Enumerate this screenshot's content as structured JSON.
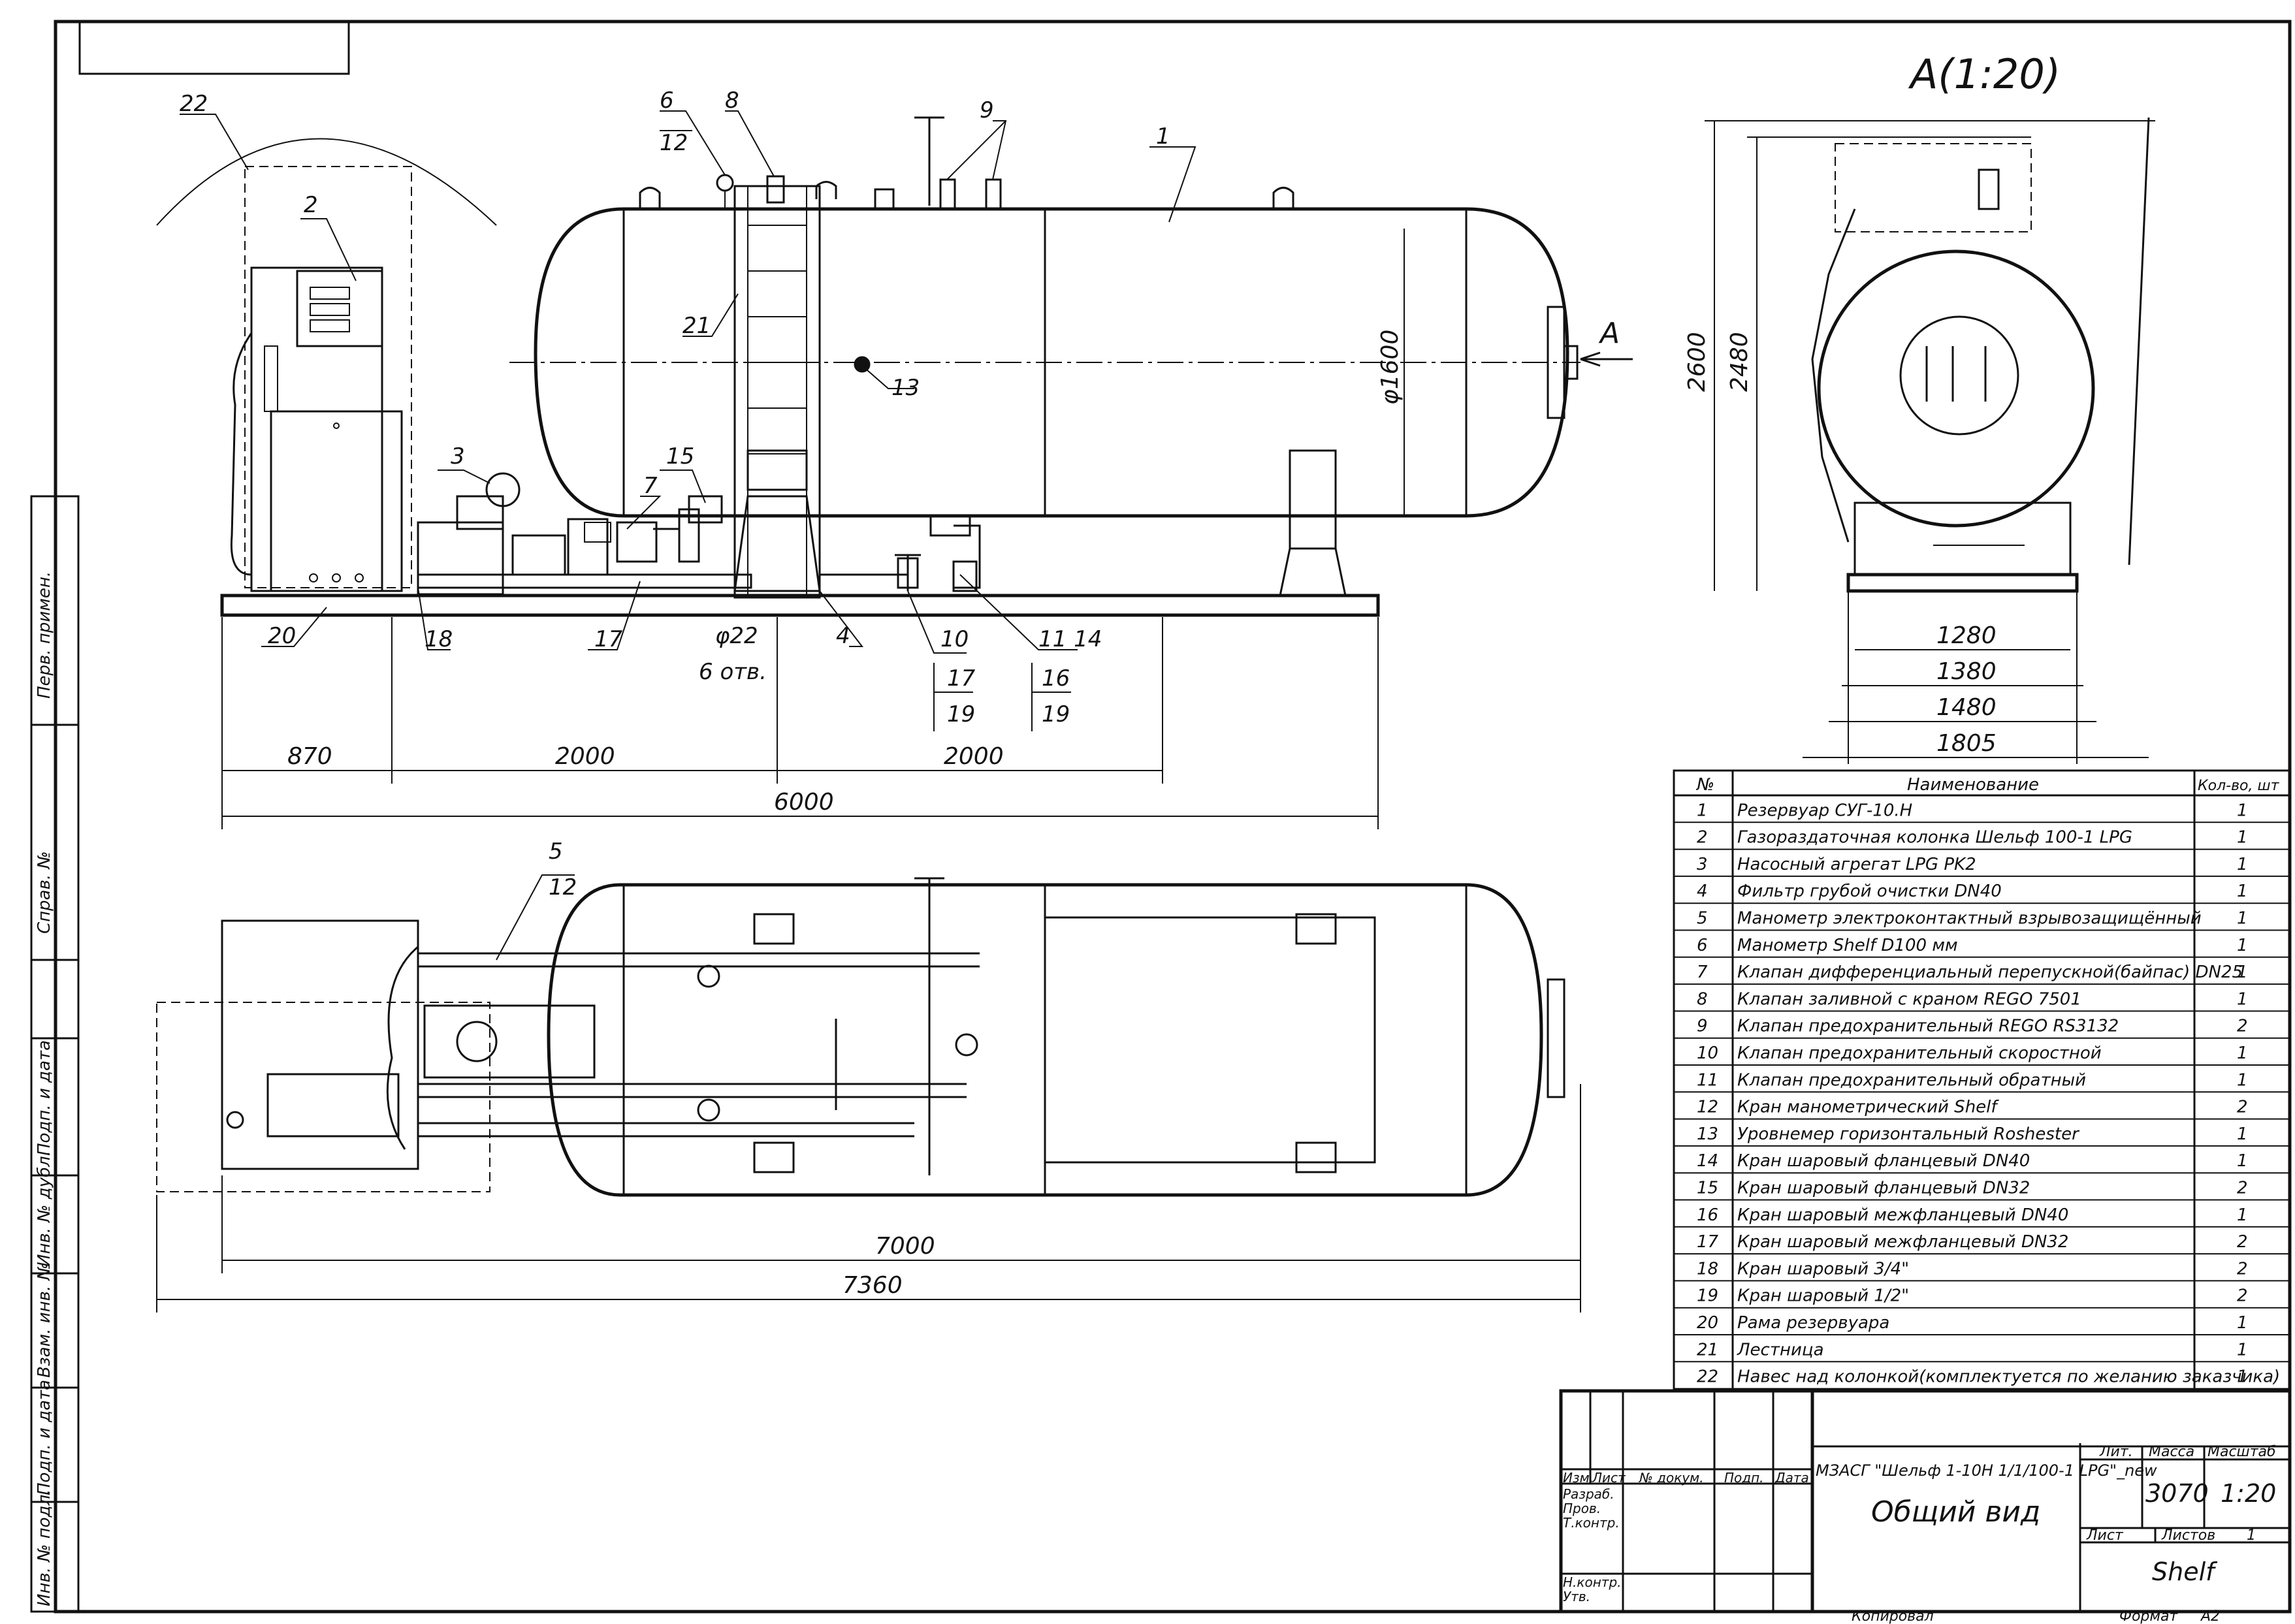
{
  "view_label": "A(1:20)",
  "arrow_label": "A",
  "callouts": {
    "c1": "1",
    "c2": "2",
    "c3": "3",
    "c4": "4",
    "c5": "5",
    "c6": "6",
    "c7": "7",
    "c8": "8",
    "c9": "9",
    "c10": "10",
    "c11_14": "11  14",
    "c12a": "12",
    "c12b": "12",
    "c13": "13",
    "c15": "15",
    "c16": "16",
    "c17a": "17",
    "c17b": "17",
    "c18": "18",
    "c19a": "19",
    "c19b": "19",
    "c20": "20",
    "c21": "21",
    "c22": "22"
  },
  "dimensions": {
    "diameter": "φ1600",
    "hole": "φ22",
    "holes_count": "6 отв.",
    "d870": "870",
    "d2000a": "2000",
    "d2000b": "2000",
    "d6000": "6000",
    "d7000": "7000",
    "d7360": "7360",
    "d2600": "2600",
    "d2480": "2480",
    "d1280": "1280",
    "d1380": "1380",
    "d1480": "1480",
    "d1805": "1805"
  },
  "parts_table": {
    "headers": [
      "№",
      "Наименование",
      "Кол-во, шт"
    ],
    "rows": [
      [
        "1",
        "Резервуар СУГ-10.Н",
        "1"
      ],
      [
        "2",
        "Газораздаточная колонка Шельф 100-1 LPG",
        "1"
      ],
      [
        "3",
        "Насосный агрегат LPG PK2",
        "1"
      ],
      [
        "4",
        "Фильтр грубой очистки DN40",
        "1"
      ],
      [
        "5",
        "Манометр электроконтактный взрывозащищённый",
        "1"
      ],
      [
        "6",
        "Манометр Shelf D100 мм",
        "1"
      ],
      [
        "7",
        "Клапан дифференциальный перепускной(байпас) DN25",
        "1"
      ],
      [
        "8",
        "Клапан заливной с краном REGO 7501",
        "1"
      ],
      [
        "9",
        "Клапан предохранительный REGO RS3132",
        "2"
      ],
      [
        "10",
        "Клапан предохранительный скоростной",
        "1"
      ],
      [
        "11",
        "Клапан предохранительный обратный",
        "1"
      ],
      [
        "12",
        "Кран манометрический Shelf",
        "2"
      ],
      [
        "13",
        "Уровнемер горизонтальный Roshester",
        "1"
      ],
      [
        "14",
        "Кран шаровый фланцевый DN40",
        "1"
      ],
      [
        "15",
        "Кран шаровый фланцевый DN32",
        "2"
      ],
      [
        "16",
        "Кран шаровый межфланцевый DN40",
        "1"
      ],
      [
        "17",
        "Кран шаровый межфланцевый DN32",
        "2"
      ],
      [
        "18",
        "Кран шаровый 3/4\"",
        "2"
      ],
      [
        "19",
        "Кран шаровый 1/2\"",
        "2"
      ],
      [
        "20",
        "Рама резервуара",
        "1"
      ],
      [
        "21",
        "Лестница",
        "1"
      ],
      [
        "22",
        "Навес над колонкой(комплектуется по желанию заказчика)",
        "1"
      ]
    ]
  },
  "title_block": {
    "designation": "МЗАСГ \"Шельф 1-10Н 1/1/100-1 LPG\"_new",
    "name": "Общий вид",
    "lit_label": "Лит.",
    "mass_label": "Масса",
    "scale_label": "Масштаб",
    "mass": "3070",
    "scale": "1:20",
    "sheet_label": "Лист",
    "sheets_label": "Листов",
    "sheets": "1",
    "company": "Shelf",
    "col_izm": "Изм.",
    "col_list": "Лист",
    "col_doc": "№ докум.",
    "col_sign": "Подп.",
    "col_date": "Дата",
    "razrab": "Разраб.",
    "prov": "Пров.",
    "tkontr": "Т.контр.",
    "nkontr": "Н.контр.",
    "utv": "Утв.",
    "copied": "Копировал",
    "format_label": "Формат",
    "format": "A2"
  },
  "side_stamps": {
    "perv": "Перв. примен.",
    "sprav": "Справ. №",
    "podp1": "Подп. и дата",
    "invdubl": "Инв. № дубл.",
    "vzam": "Взам. инв. №",
    "podp2": "Подп. и дата",
    "invpodl": "Инв. № подл."
  }
}
